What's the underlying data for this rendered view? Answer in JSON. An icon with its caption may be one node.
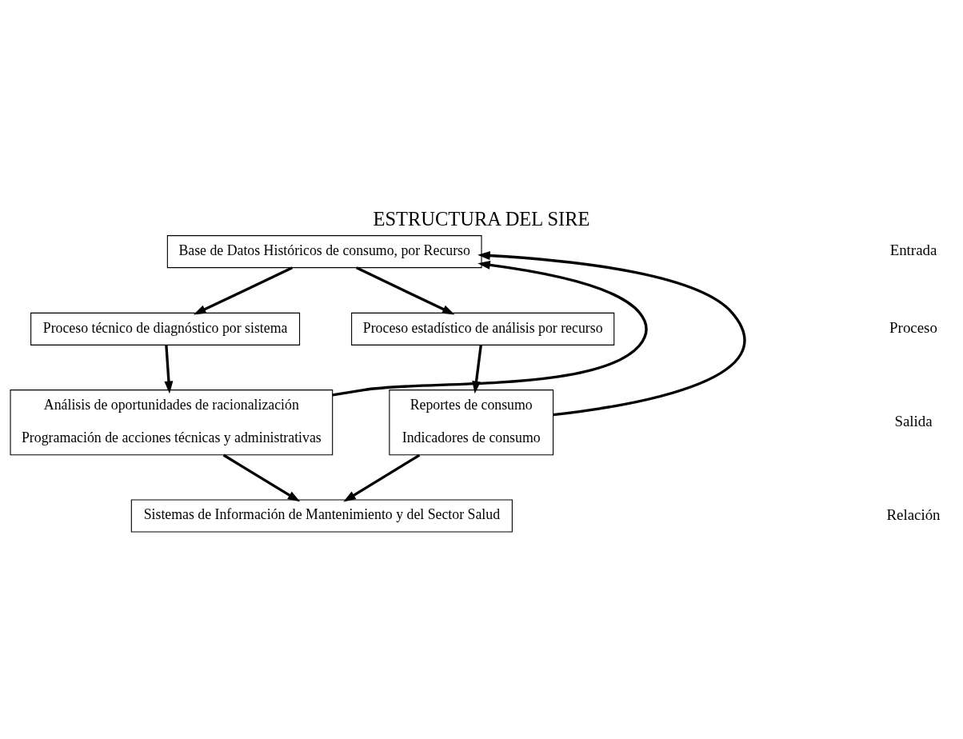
{
  "diagram": {
    "title": "ESTRUCTURA DEL SIRE",
    "nodes": [
      {
        "text": [
          "Base de Datos Históricos de consumo, por Recurso"
        ]
      },
      {
        "text": [
          "Proceso técnico de diagnóstico por sistema"
        ]
      },
      {
        "text": [
          "Proceso estadístico de análisis por recurso"
        ]
      },
      {
        "text": [
          "Análisis de oportunidades de racionalización",
          "Programación de acciones técnicas y administrativas"
        ]
      },
      {
        "text": [
          "Reportes de consumo",
          "Indicadores de consumo"
        ]
      },
      {
        "text": [
          "Sistemas de Información de Mantenimiento y del Sector Salud"
        ]
      }
    ],
    "edges": [
      {
        "from": 0,
        "to": 1,
        "arrow": "to"
      },
      {
        "from": 0,
        "to": 2,
        "arrow": "to"
      },
      {
        "from": 1,
        "to": 3,
        "arrow": "to"
      },
      {
        "from": 2,
        "to": 4,
        "arrow": "to"
      },
      {
        "from": 3,
        "to": 0,
        "arrow": "to"
      },
      {
        "from": 4,
        "to": 0,
        "arrow": "to"
      },
      {
        "from": 3,
        "to": 5,
        "arrow": "to"
      },
      {
        "from": 4,
        "to": 5,
        "arrow": "to"
      }
    ],
    "labels": [
      "Entrada",
      "Proceso",
      "Salida",
      "Relación"
    ]
  }
}
